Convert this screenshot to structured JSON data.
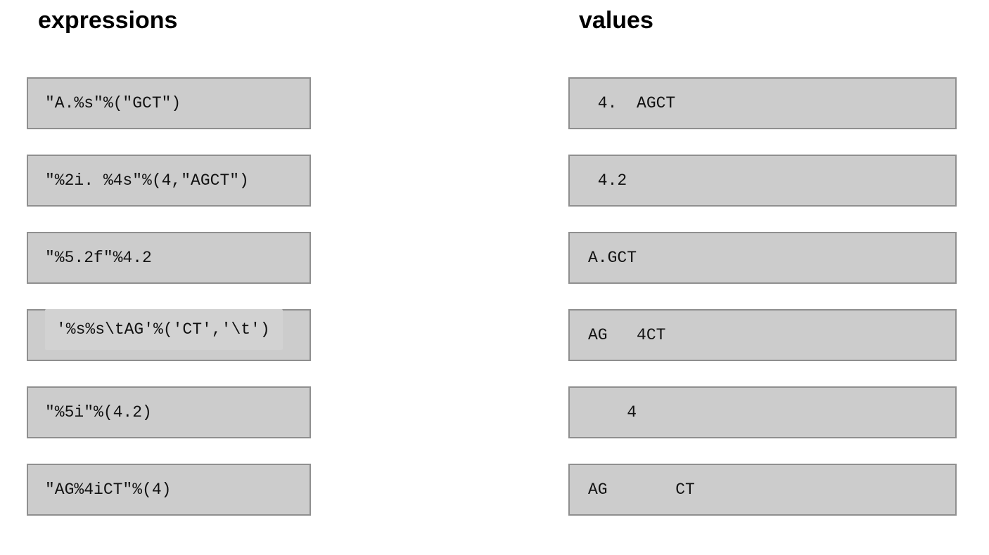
{
  "headers": {
    "expressions": "expressions",
    "values": "values"
  },
  "expressions": [
    "\"A.%s\"%(\"GCT\")",
    "\"%2i. %4s\"%(4,\"AGCT\")",
    "\"%5.2f\"%4.2",
    "'%s%s\\tAG'%('CT','\\t')",
    "\"%5i\"%(4.2)",
    "\"AG%4iCT\"%(4)"
  ],
  "values": [
    " 4.  AGCT",
    " 4.2",
    "A.GCT",
    "AG   4CT",
    "    4",
    "AG       CT"
  ]
}
